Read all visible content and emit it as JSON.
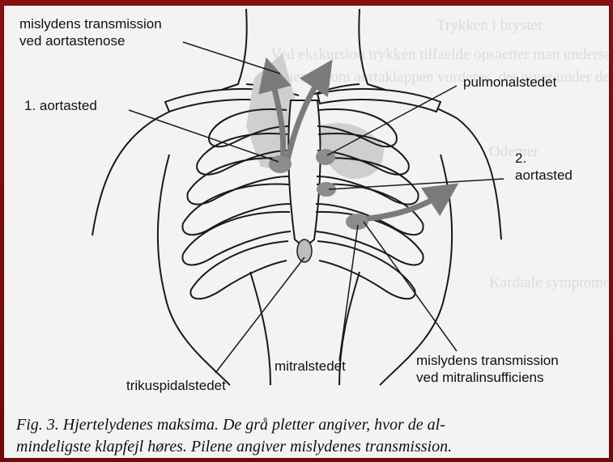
{
  "figure": {
    "labels": {
      "transmission_aorta_line1": "mislydens transmission",
      "transmission_aorta_line2": "ved aortastenose",
      "aortic_area_1": "1. aortasted",
      "pulmonary_area": "pulmonalstedet",
      "aortic_area_2_line1": "2.",
      "aortic_area_2_line2": "aortasted",
      "mitral_area": "mitralstedet",
      "tricuspid_area": "trikuspidalstedet",
      "transmission_mitral_line1": "mislydens transmission",
      "transmission_mitral_line2": "ved mitralinsufficiens"
    },
    "colors": {
      "line": "#1a1a1a",
      "spot": "#8c8c8c",
      "shade": "#cfcfcf",
      "arrow": "#7b7b7b"
    }
  },
  "caption": {
    "line1": "Fig. 3. Hjertelydenes maksima. De grå pletter angiver, hvor de al-",
    "line2": "mindeligste klapfejl høres. Pilene angiver mislydenes transmission."
  },
  "background_text": [
    "Trykken i bryster",
    "Ved ekskursion trykken tilfaelde opsaetter man undersogelse, skal",
    "patienten om aortaklappen vurderes, det giver under den kare",
    "Odemer",
    "Kardiale symptomer"
  ]
}
